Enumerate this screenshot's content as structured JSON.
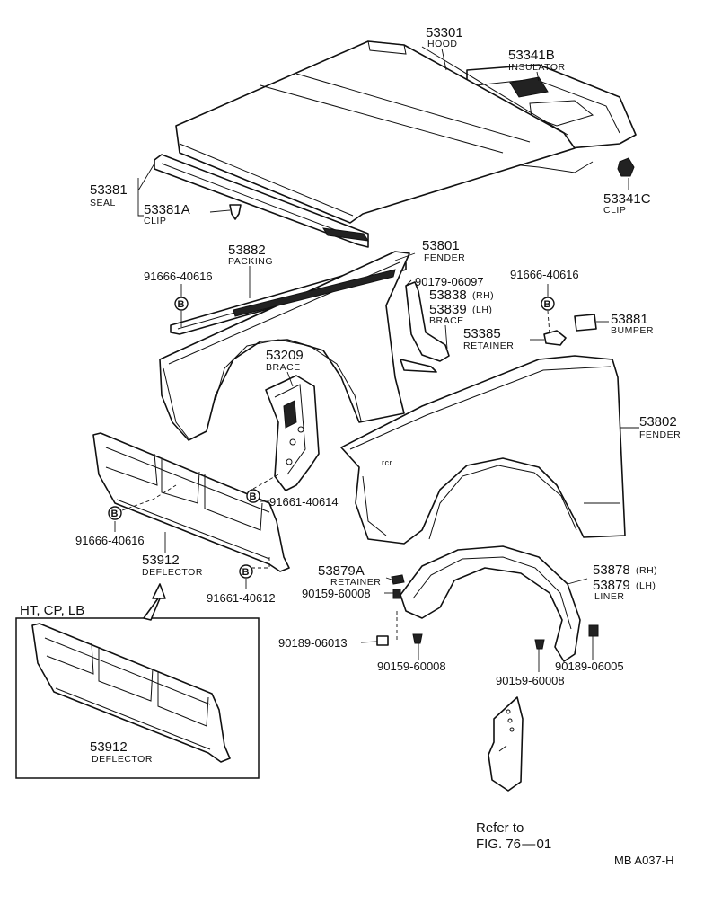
{
  "labels": {
    "hood_num": "53301",
    "hood_name": "HOOD",
    "insulator_num": "53341B",
    "insulator_name": "INSULATOR",
    "seal_num": "53381",
    "seal_name": "SEAL",
    "seal_clip_num": "53381A",
    "seal_clip_name": "CLIP",
    "ins_clip_num": "53341C",
    "ins_clip_name": "CLIP",
    "packing_num": "53882",
    "packing_name": "PACKING",
    "bolt_left_top": "91666-40616",
    "fender_rh_num": "53801",
    "fender_rh_name": "FENDER",
    "screw_brace": "90179-06097",
    "brace_rh": "53838",
    "brace_rh_suffix": "(RH)",
    "brace_lh": "53839",
    "brace_lh_suffix": "(LH)",
    "brace_name": "BRACE",
    "bolt_right_top": "91666-40616",
    "retainer_num": "53385",
    "retainer_name": "RETAINER",
    "bumper_num": "53881",
    "bumper_name": "BUMPER",
    "brace2_num": "53209",
    "brace2_name": "BRACE",
    "fender_lh_num": "53802",
    "fender_lh_name": "FENDER",
    "bolt_mid": "91661-40614",
    "bolt_left_low": "91666-40616",
    "deflector_num": "53912",
    "deflector_name": "DEFLECTOR",
    "bolt_low": "91661-40612",
    "liner_ret_num": "53879A",
    "liner_ret_name": "RETAINER",
    "liner_screw": "90159-60008",
    "liner_rh": "53878",
    "liner_rh_suffix": "(RH)",
    "liner_lh": "53879",
    "liner_lh_suffix": "(LH)",
    "liner_name": "LINER",
    "nut_left": "90189-06013",
    "screw_mid": "90159-60008",
    "nut_right": "90189-06005",
    "screw_right": "90159-60008",
    "inset_title": "HT, CP, LB",
    "inset_num": "53912",
    "inset_name": "DEFLECTOR",
    "refer_1": "Refer to",
    "refer_2": "FIG. 76 — 01",
    "code": "MB A037-H",
    "b_mark": "B"
  }
}
